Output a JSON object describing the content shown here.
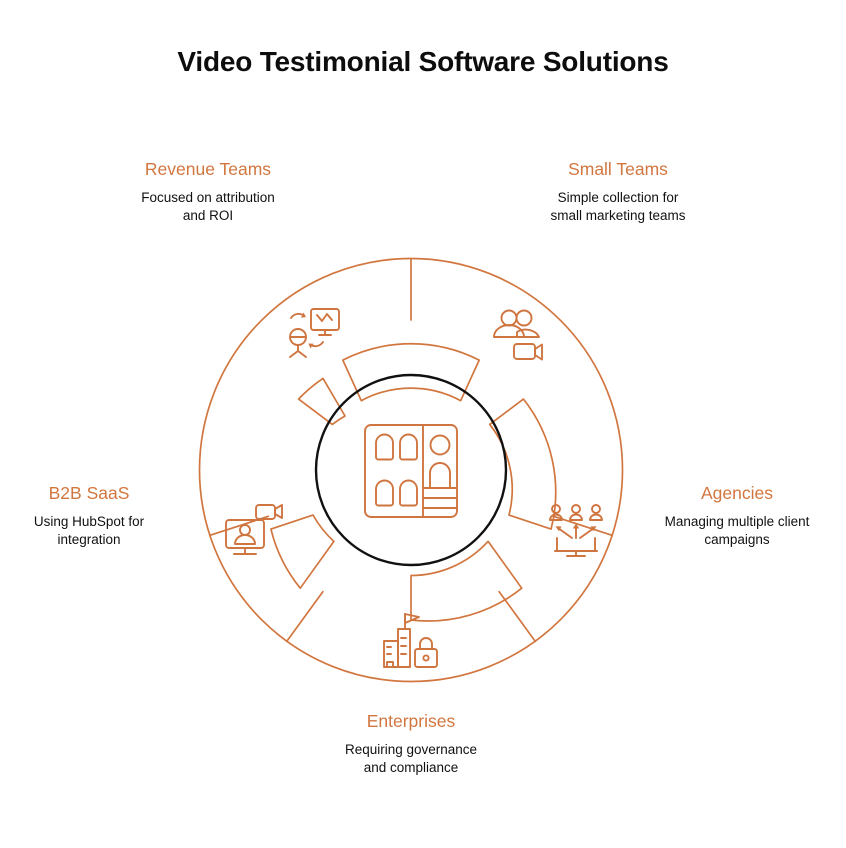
{
  "title": "Video Testimonial Software Solutions",
  "colors": {
    "accent": "#d2763f",
    "icon": "#cf7540",
    "core_ring": "#111111",
    "title_text": "#0d0d0d",
    "desc_text": "#111111",
    "background": "#ffffff"
  },
  "center": {
    "icon_name": "storefront-building-icon",
    "description": "Rounded square panel split into a grid of arched windows on the left and a figure with podium steps on the right"
  },
  "nodes": [
    {
      "id": "revenue-teams",
      "title": "Revenue Teams",
      "desc": "Focused on attribution\nand ROI",
      "desc_lines": [
        "Focused on attribution",
        "and ROI"
      ],
      "icon_name": "person-chart-monitor-cycle-icon",
      "position": "top-left"
    },
    {
      "id": "small-teams",
      "title": "Small Teams",
      "desc": "Simple collection for\nsmall marketing teams",
      "desc_lines": [
        "Simple collection for",
        "small marketing teams"
      ],
      "icon_name": "two-people-video-camera-icon",
      "position": "top-right"
    },
    {
      "id": "agencies",
      "title": "Agencies",
      "desc": "Managing multiple client\ncampaigns",
      "desc_lines": [
        "Managing multiple client",
        "campaigns"
      ],
      "icon_name": "monitor-arrows-three-people-icon",
      "position": "right"
    },
    {
      "id": "enterprises",
      "title": "Enterprises",
      "desc": "Requiring governance\nand compliance",
      "desc_lines": [
        "Requiring governance",
        "and compliance"
      ],
      "icon_name": "buildings-flag-padlock-icon",
      "position": "bottom"
    },
    {
      "id": "b2b-saas",
      "title": "B2B SaaS",
      "desc": "Using HubSpot for\nintegration",
      "desc_lines": [
        "Using HubSpot for",
        "integration"
      ],
      "icon_name": "monitor-person-video-camera-icon",
      "position": "left"
    }
  ]
}
